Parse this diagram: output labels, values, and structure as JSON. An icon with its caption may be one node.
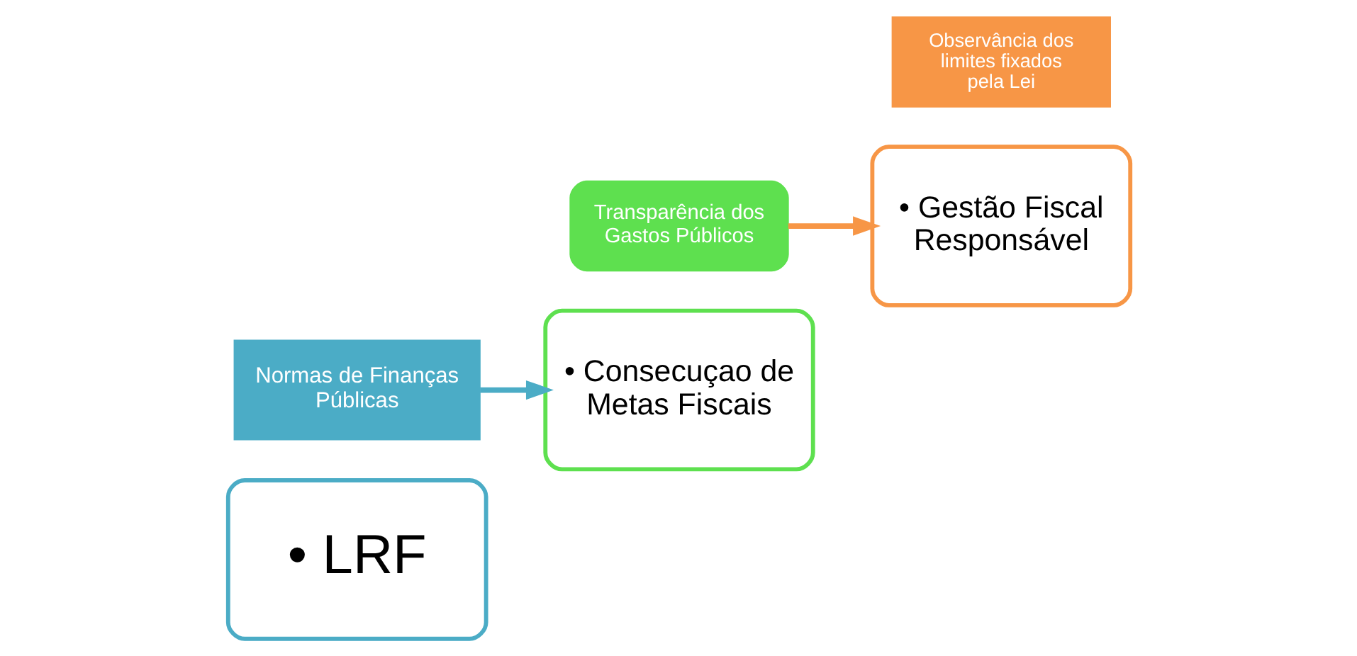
{
  "diagram": {
    "nodes": [
      {
        "text": [
          "• LRF"
        ]
      },
      {
        "text": [
          "Normas de Finanças Públicas"
        ]
      },
      {
        "text": [
          "• Consecuçao de Metas Fiscais"
        ]
      },
      {
        "text": [
          "Transparência dos Gastos Públicos"
        ]
      },
      {
        "text": [
          "• Gestão Fiscal Responsável"
        ]
      },
      {
        "text": [
          "Observância dos limites fixados pela Lei"
        ]
      }
    ],
    "edges": [
      {
        "from": 1,
        "to": 2,
        "arrow": "to",
        "color": "#4bacc6"
      },
      {
        "from": 3,
        "to": 4,
        "arrow": "to",
        "color": "#f79646"
      }
    ]
  }
}
